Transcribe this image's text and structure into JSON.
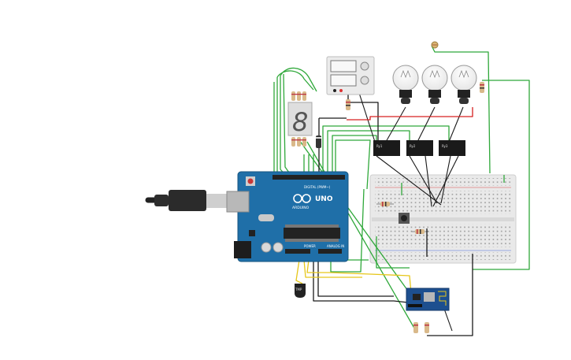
{
  "arduino": {
    "brand": "ARDUINO",
    "model": "UNO",
    "digital_label": "DIGITAL (PWM~)",
    "power_label": "POWER",
    "analog_label": "ANALOG IN"
  },
  "seven_segment": {
    "digit": "8"
  },
  "sensor_chip": {
    "label": "TMP"
  },
  "relays": [
    {
      "label": "Ry1"
    },
    {
      "label": "Ry2"
    },
    {
      "label": "Ry3"
    }
  ],
  "colors": {
    "board_blue": "#1f6fa8",
    "wire_green": "#2fa83a",
    "wire_black": "#1a1a1a",
    "wire_red": "#d62020",
    "wire_yellow": "#e6c619",
    "breadboard": "#e6e6e6",
    "esp_blue": "#1d4f8f"
  },
  "icons": [
    "usb-cable-icon",
    "light-bulb-icon",
    "relay-icon",
    "resistor-icon",
    "push-button-icon",
    "photoresistor-icon",
    "power-supply-icon",
    "wifi-module-icon"
  ]
}
